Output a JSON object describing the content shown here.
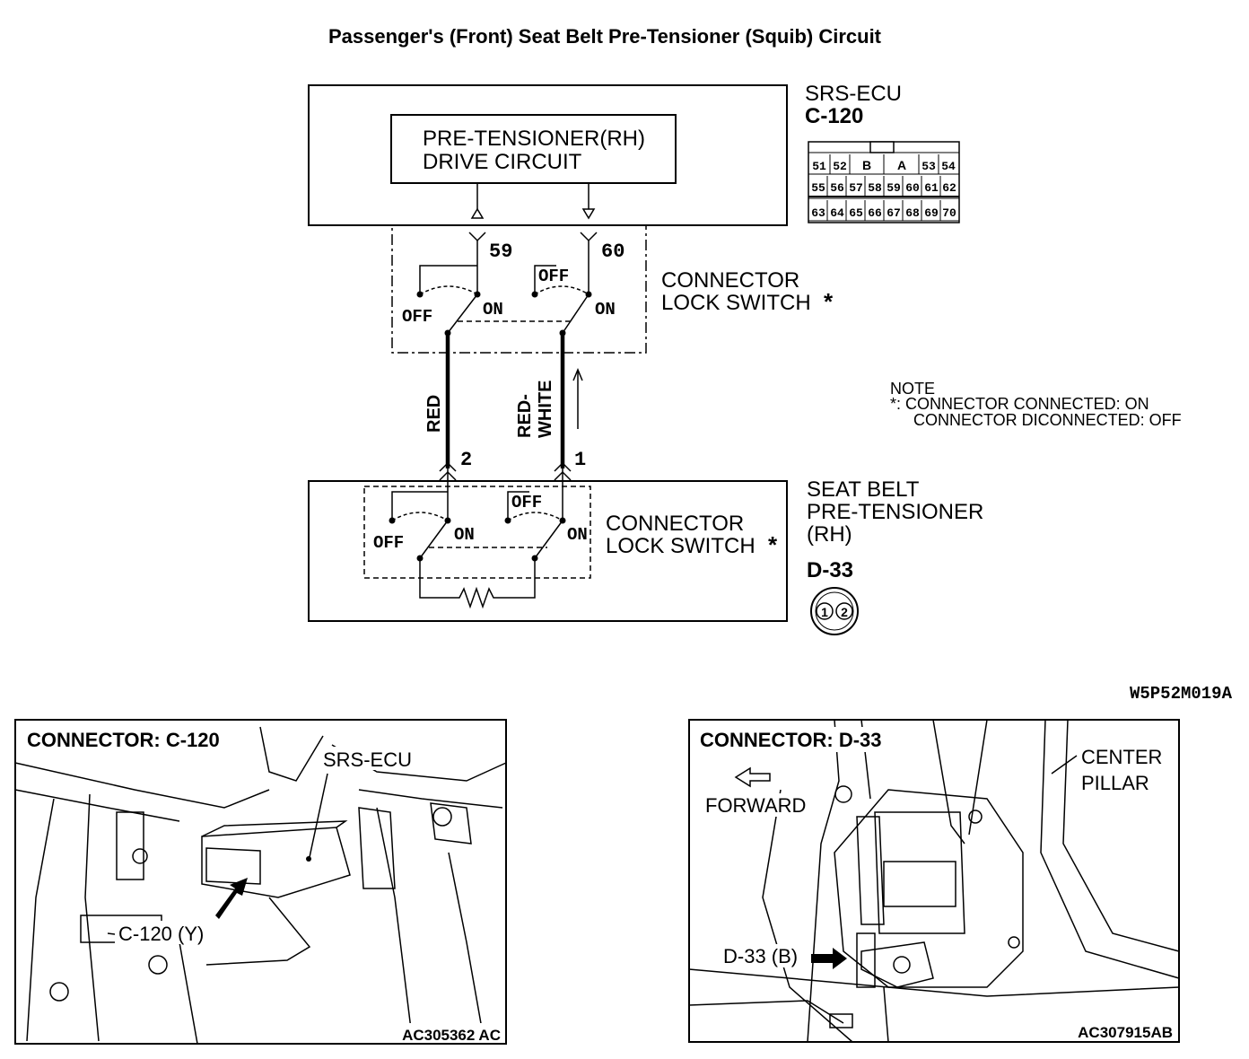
{
  "title": "Passenger's (Front) Seat Belt Pre-Tensioner (Squib) Circuit",
  "ecu": {
    "name": "SRS-ECU",
    "connector": "C-120",
    "circuit_line1": "PRE-TENSIONER(RH)",
    "circuit_line2": "DRIVE CIRCUIT",
    "pins_row1": [
      "51",
      "52",
      "B",
      "A",
      "53",
      "54"
    ],
    "pins_row2": [
      "55",
      "56",
      "57",
      "58",
      "59",
      "60",
      "61",
      "62"
    ],
    "pins_row3": [
      "63",
      "64",
      "65",
      "66",
      "67",
      "68",
      "69",
      "70"
    ]
  },
  "terminals": {
    "ecu_a": "59",
    "ecu_b": "60",
    "pt_a": "2",
    "pt_b": "1"
  },
  "switch": {
    "off": "OFF",
    "on": "ON",
    "label1": "CONNECTOR",
    "label2": "LOCK SWITCH",
    "asterisk": "*"
  },
  "wires": {
    "left": "RED",
    "right_line1": "RED-",
    "right_line2": "WHITE"
  },
  "note": {
    "heading": "NOTE",
    "line1": "*: CONNECTOR CONNECTED: ON",
    "line2": "CONNECTOR DICONNECTED: OFF"
  },
  "pretensioner": {
    "line1": "SEAT BELT",
    "line2": "PRE-TENSIONER",
    "line3": "(RH)",
    "connector": "D-33",
    "pin1": "1",
    "pin2": "2"
  },
  "diagram_code": "W5P52M019A",
  "photo_left": {
    "heading": "CONNECTOR: C-120",
    "ecu_label": "SRS-ECU",
    "conn_label": "C-120 (Y)",
    "code": "AC305362 AC"
  },
  "photo_right": {
    "heading": "CONNECTOR: D-33",
    "forward": "FORWARD",
    "pillar1": "CENTER",
    "pillar2": "PILLAR",
    "conn_label": "D-33 (B)",
    "code": "AC307915AB"
  }
}
